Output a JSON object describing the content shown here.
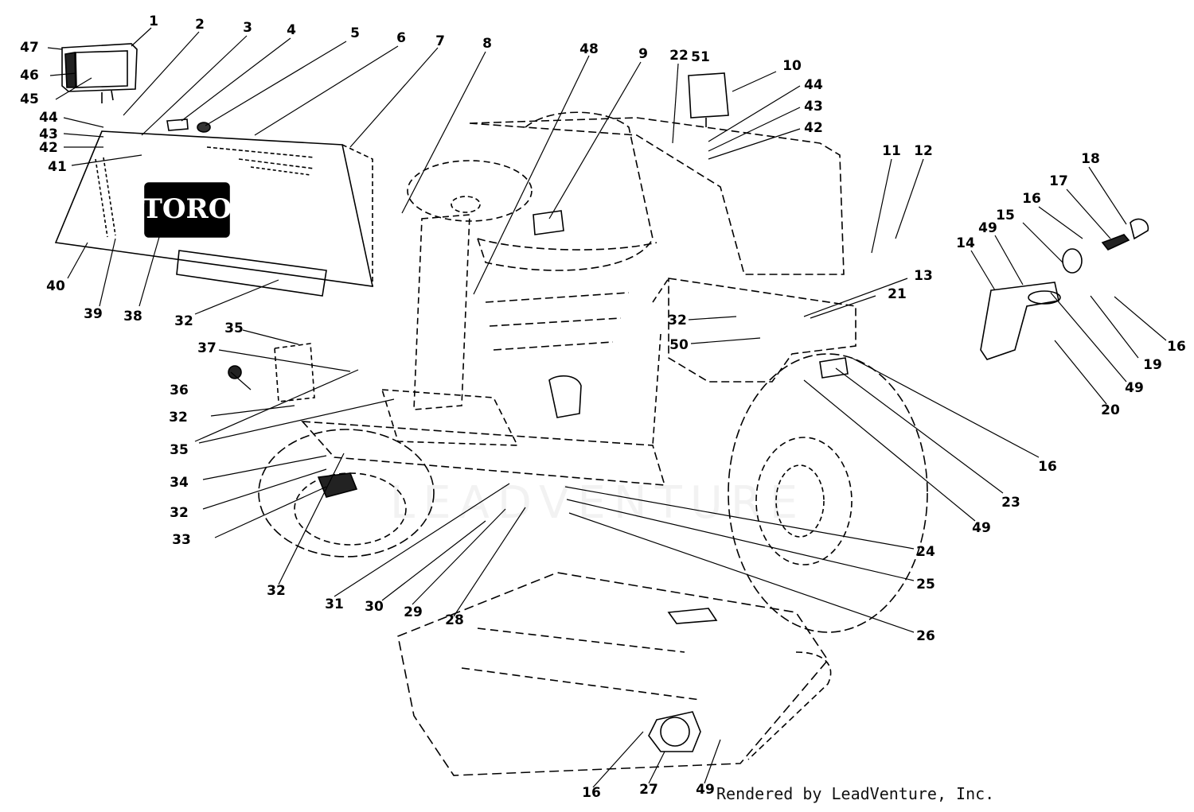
{
  "diagram": {
    "logo_text": "TORO",
    "watermark_text": "LEADVENTURE",
    "credit": "Rendered by LeadVenture, Inc.",
    "callouts": [
      "1",
      "2",
      "3",
      "4",
      "5",
      "6",
      "7",
      "8",
      "48",
      "9",
      "22",
      "51",
      "10",
      "44",
      "43",
      "42",
      "11",
      "12",
      "18",
      "17",
      "16",
      "15",
      "49",
      "14",
      "47",
      "46",
      "45",
      "44",
      "43",
      "42",
      "41",
      "40",
      "39",
      "38",
      "32",
      "13",
      "21",
      "32",
      "50",
      "16",
      "19",
      "49",
      "20",
      "16",
      "35",
      "37",
      "36",
      "32",
      "35",
      "34",
      "32",
      "33",
      "23",
      "49",
      "24",
      "25",
      "26",
      "32",
      "31",
      "30",
      "29",
      "28",
      "16",
      "27",
      "49"
    ],
    "colors": {
      "ink": "#000000",
      "logo_bg": "#000000",
      "paper": "#ffffff"
    }
  }
}
